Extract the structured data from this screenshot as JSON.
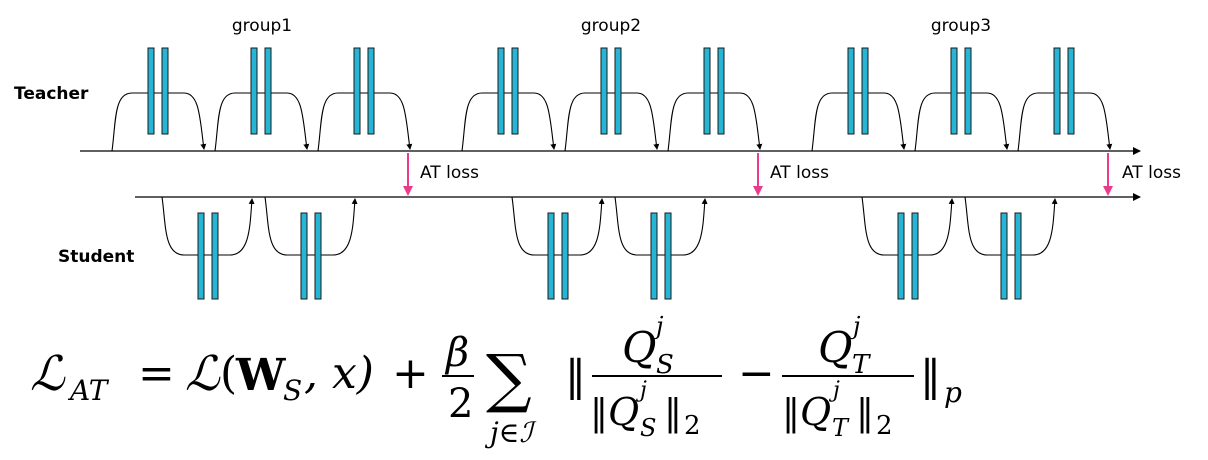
{
  "labels": {
    "teacher": "Teacher",
    "student": "Student"
  },
  "groups": [
    {
      "name": "group1",
      "loss_label": "AT loss"
    },
    {
      "name": "group2",
      "loss_label": "AT loss"
    },
    {
      "name": "group3",
      "loss_label": "AT loss"
    }
  ],
  "structure": {
    "teacher_blocks_per_group": 3,
    "student_blocks_per_group": 2
  },
  "colors": {
    "layer_fill": "#27b5d6",
    "layer_stroke": "#1a1a1a",
    "loss_arrow": "#ee3a8c",
    "line": "#000000"
  },
  "formula": {
    "lhs_script": "ℒ",
    "lhs_sub": "AT",
    "eq": "=",
    "term1_script": "ℒ",
    "term1_open": "(",
    "term1_W": "W",
    "term1_Wsub": "S",
    "term1_rest": ", x)",
    "plus": "+",
    "beta": "β",
    "two": "2",
    "sum": "∑",
    "sum_sub": "j∈ℐ",
    "norm_open": "‖",
    "Q": "Q",
    "sup_j": "j",
    "sub_S": "S",
    "sub_T": "T",
    "minus": "−",
    "norm_close": "‖",
    "norm_sub_2": "2",
    "norm_sub_p": "p"
  }
}
